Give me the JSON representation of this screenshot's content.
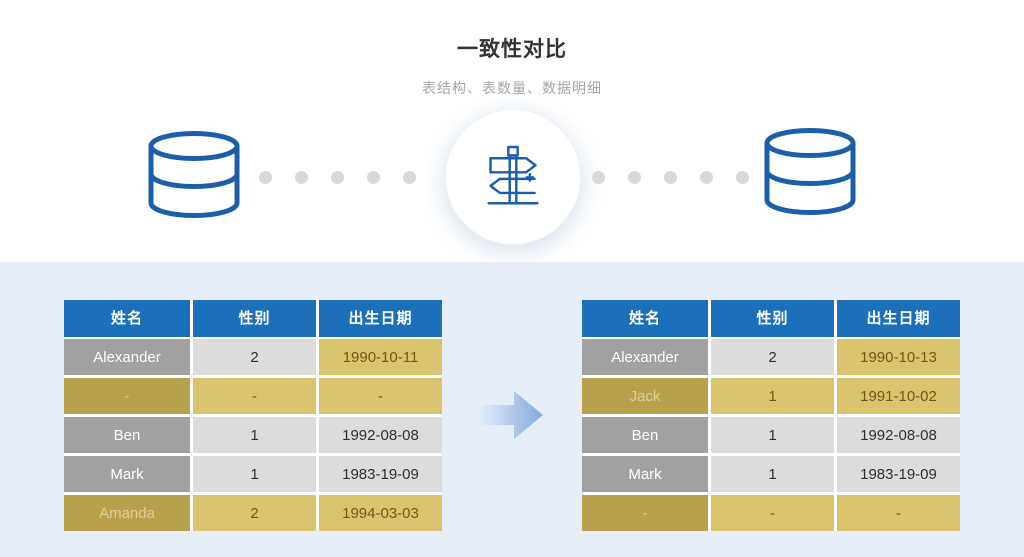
{
  "header": {
    "title": "一致性对比",
    "subtitle": "表结构、表数量、数据明细"
  },
  "diagram": {
    "left_icon": "database-icon",
    "center_icon": "signpost-icon",
    "right_icon": "database-icon",
    "between_tables_icon": "arrow-right-icon",
    "dots_per_side": 5
  },
  "colors": {
    "accent_blue": "#1c70ba",
    "icon_blue": "#1b5fa8",
    "panel_bg": "#e7eef8",
    "diff_gold": "#d9c46d",
    "diff_gold_dark": "#b7a14b",
    "name_gray": "#a1a1a1",
    "cell_gray": "#dcdcdc",
    "dot_gray": "#d9d9d9"
  },
  "tables": {
    "columns": [
      "姓名",
      "性别",
      "出生日期"
    ],
    "left": {
      "rows": [
        {
          "cells": [
            "Alexander",
            "2",
            "1990-10-11"
          ],
          "styles": [
            "gray",
            "lightgray",
            "gold"
          ]
        },
        {
          "cells": [
            "-",
            "-",
            "-"
          ],
          "styles": [
            "golddark",
            "gold",
            "gold"
          ]
        },
        {
          "cells": [
            "Ben",
            "1",
            "1992-08-08"
          ],
          "styles": [
            "gray",
            "lightgray",
            "lightgray"
          ]
        },
        {
          "cells": [
            "Mark",
            "1",
            "1983-19-09"
          ],
          "styles": [
            "gray",
            "lightgray",
            "lightgray"
          ]
        },
        {
          "cells": [
            "Amanda",
            "2",
            "1994-03-03"
          ],
          "styles": [
            "golddark",
            "gold",
            "gold"
          ]
        }
      ]
    },
    "right": {
      "rows": [
        {
          "cells": [
            "Alexander",
            "2",
            "1990-10-13"
          ],
          "styles": [
            "gray",
            "lightgray",
            "gold"
          ]
        },
        {
          "cells": [
            "Jack",
            "1",
            "1991-10-02"
          ],
          "styles": [
            "golddark",
            "gold",
            "gold"
          ]
        },
        {
          "cells": [
            "Ben",
            "1",
            "1992-08-08"
          ],
          "styles": [
            "gray",
            "lightgray",
            "lightgray"
          ]
        },
        {
          "cells": [
            "Mark",
            "1",
            "1983-19-09"
          ],
          "styles": [
            "gray",
            "lightgray",
            "lightgray"
          ]
        },
        {
          "cells": [
            "-",
            "-",
            "-"
          ],
          "styles": [
            "golddark",
            "gold",
            "gold"
          ]
        }
      ]
    }
  }
}
